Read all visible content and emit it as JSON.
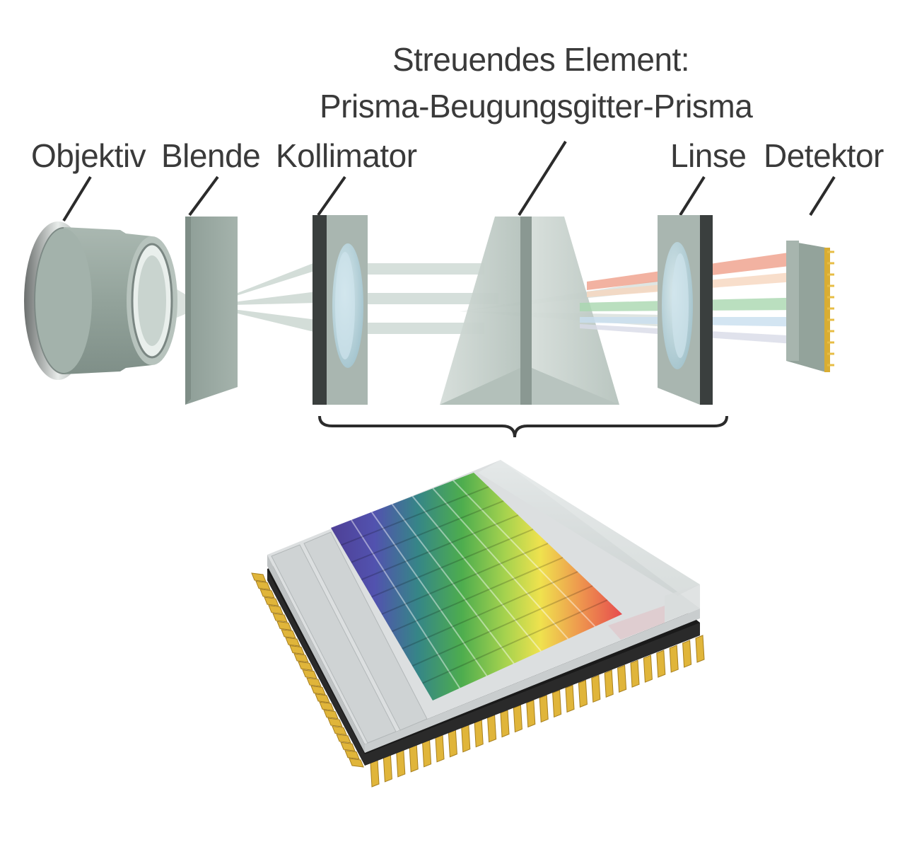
{
  "labels": {
    "objektiv": "Objektiv",
    "blende": "Blende",
    "kollimator": "Kollimator",
    "streuendes_line1": "Streuendes Element:",
    "streuendes_line2": "Prisma-Beugungsgitter-Prisma",
    "linse": "Linse",
    "detektor": "Detektor"
  },
  "colors": {
    "component_gray": "#9aaaa3",
    "component_dark": "#3d4241",
    "pin_gold": "#e0b53a",
    "leader_line": "#2b2b2b"
  },
  "spectrum_bands": [
    "violet",
    "blue",
    "teal",
    "green",
    "yellow-green",
    "yellow",
    "red"
  ],
  "icons": [
    "objective-lens-icon",
    "aperture-plate-icon",
    "collimator-lens-icon",
    "prism-grating-prism-icon",
    "focusing-lens-icon",
    "detector-chip-icon",
    "sensor-chip-icon"
  ]
}
